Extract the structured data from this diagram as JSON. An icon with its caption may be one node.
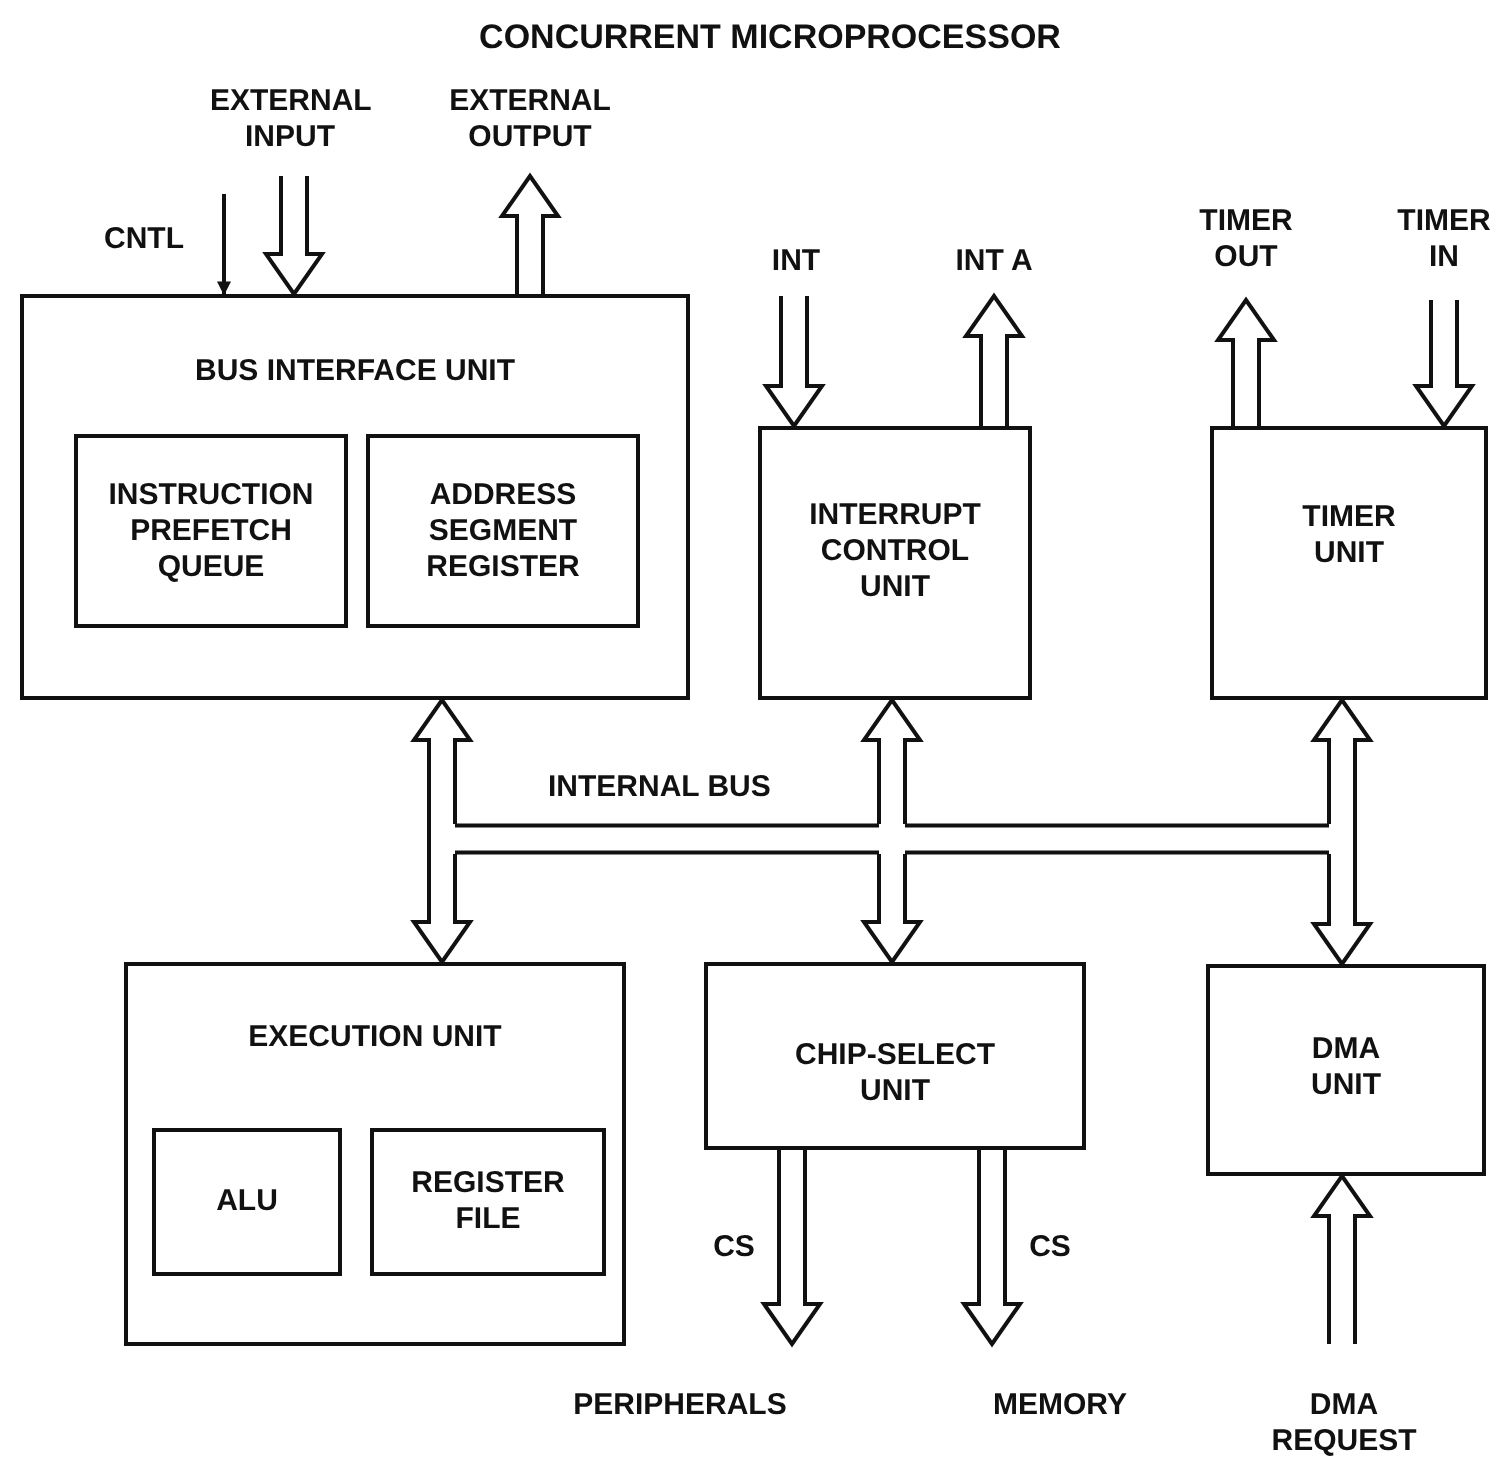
{
  "diagram": {
    "title": "CONCURRENT MICROPROCESSOR",
    "nodes": [
      {
        "text": [
          "EXTERNAL INPUT"
        ]
      },
      {
        "text": [
          "EXTERNAL OUTPUT"
        ]
      },
      {
        "text": [
          "INT"
        ]
      },
      {
        "text": [
          "INT A"
        ]
      },
      {
        "text": [
          "TIMER OUT"
        ]
      },
      {
        "text": [
          "TIMER IN"
        ]
      },
      {
        "text": [
          "BUS INTERFACE UNIT"
        ]
      },
      {
        "text": [
          "INSTRUCTION PREFETCH QUEUE"
        ],
        "in": 6
      },
      {
        "text": [
          "ADDRESS SEGMENT REGISTER"
        ],
        "in": 6
      },
      {
        "text": [
          "INTERRUPT CONTROL UNIT"
        ]
      },
      {
        "text": [
          "TIMER UNIT"
        ]
      },
      {
        "text": [
          "INTERNAL BUS"
        ]
      },
      {
        "text": [
          "EXECUTION UNIT"
        ]
      },
      {
        "text": [
          "ALU"
        ],
        "in": 12
      },
      {
        "text": [
          "REGISTER FILE"
        ],
        "in": 12
      },
      {
        "text": [
          "CHIP-SELECT UNIT"
        ]
      },
      {
        "text": [
          "DMA UNIT"
        ]
      },
      {
        "text": [
          "PERIPHERALS"
        ]
      },
      {
        "text": [
          "MEMORY"
        ]
      },
      {
        "text": [
          "DMA REQUEST"
        ]
      }
    ],
    "edges": [
      {
        "from": 0,
        "to": 6,
        "arrow": "to",
        "style": "thick"
      },
      {
        "from": 6,
        "to": 1,
        "arrow": "to",
        "style": "thick"
      },
      {
        "from": 2,
        "to": 9,
        "arrow": "to",
        "style": "thick"
      },
      {
        "from": 9,
        "to": 3,
        "arrow": "to",
        "style": "thick"
      },
      {
        "from": 10,
        "to": 4,
        "arrow": "to",
        "style": "thick"
      },
      {
        "from": 5,
        "to": 10,
        "arrow": "to",
        "style": "thick"
      },
      {
        "from": null,
        "to": 6,
        "arrow": "to"
      },
      {
        "from": 11,
        "to": 6,
        "arrow": "to",
        "style": "thick"
      },
      {
        "from": 11,
        "to": 12,
        "arrow": "to",
        "style": "thick"
      },
      {
        "from": 11,
        "to": 9,
        "arrow": "to",
        "style": "thick"
      },
      {
        "from": 11,
        "to": 15,
        "arrow": "to",
        "style": "thick"
      },
      {
        "from": 11,
        "to": 10,
        "arrow": "to",
        "style": "thick"
      },
      {
        "from": 11,
        "to": 16,
        "arrow": "to",
        "style": "thick"
      },
      {
        "from": 15,
        "to": 17,
        "label": "CS",
        "arrow": "to",
        "style": "thick"
      },
      {
        "from": 15,
        "to": 18,
        "label": "CS",
        "arrow": "to",
        "style": "thick"
      },
      {
        "from": 19,
        "to": 16,
        "arrow": "to",
        "style": "thick"
      }
    ],
    "labels": [
      "CNTL"
    ]
  }
}
